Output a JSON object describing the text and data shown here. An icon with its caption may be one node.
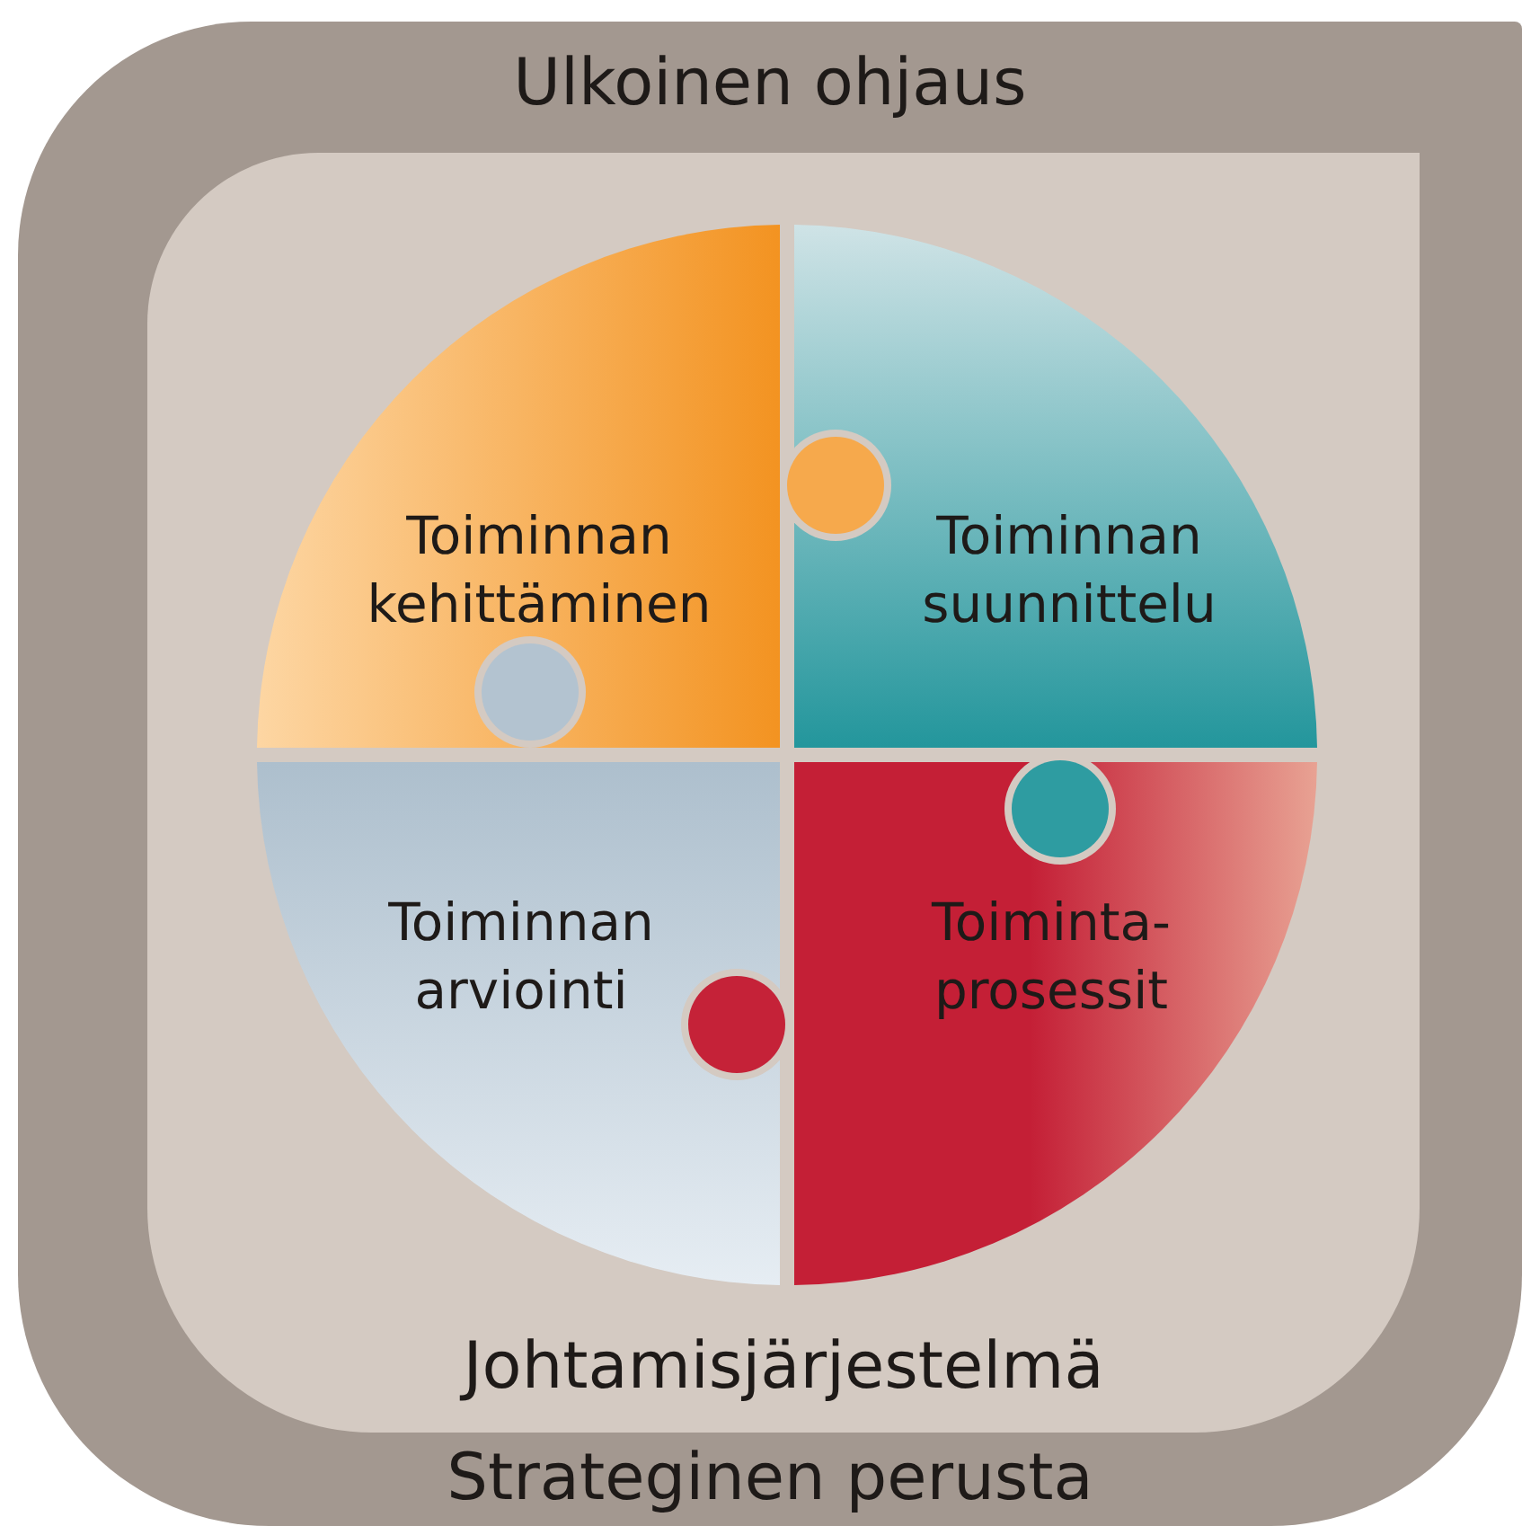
{
  "diagram": {
    "nodes": [
      {
        "text": [
          "Ulkoinen ohjaus",
          "Strateginen perusta"
        ]
      },
      {
        "text": [
          "Johtamisjärjestelmä"
        ],
        "in": 0
      },
      {
        "text": [
          "Toiminnan kehittäminen"
        ],
        "in": 1
      },
      {
        "text": [
          "Toiminnan suunnittelu"
        ],
        "in": 1
      },
      {
        "text": [
          "Toiminnan arviointi"
        ],
        "in": 1
      },
      {
        "text": [
          "Toiminta-prosessit"
        ],
        "in": 1
      }
    ]
  }
}
